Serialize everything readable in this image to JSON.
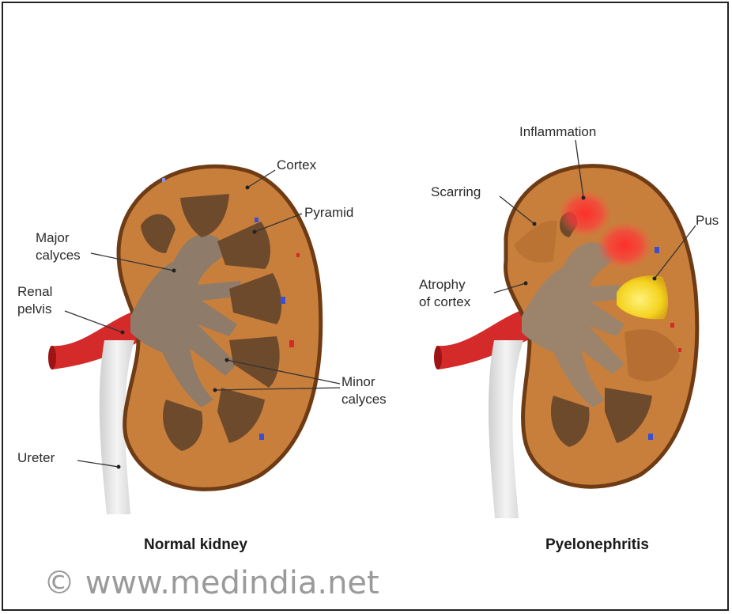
{
  "normal": {
    "labels": {
      "cortex": "Cortex",
      "pyramid": "Pyramid",
      "major_calyces_1": "Major",
      "major_calyces_2": "calyces",
      "renal_pelvis_1": "Renal",
      "renal_pelvis_2": "pelvis",
      "minor_calyces_1": "Minor",
      "minor_calyces_2": "calyces",
      "ureter": "Ureter"
    },
    "caption": "Normal kidney"
  },
  "pyelonephritis": {
    "labels": {
      "inflammation": "Inflammation",
      "scarring": "Scarring",
      "pus": "Pus",
      "atrophy_1": "Atrophy",
      "atrophy_2": "of cortex"
    },
    "caption": "Pyelonephritis"
  },
  "watermark": "©  www.medindia.net",
  "colors": {
    "cortex": "#c87f3c",
    "capsule": "#6e3b15",
    "pyramid": "#6e4a2d",
    "pelvis": "#8f7b69",
    "artery": "#d42a2a",
    "ureter": "#e9e9e9",
    "inflammation": "#ff3333",
    "pus": "#f2d21f"
  }
}
